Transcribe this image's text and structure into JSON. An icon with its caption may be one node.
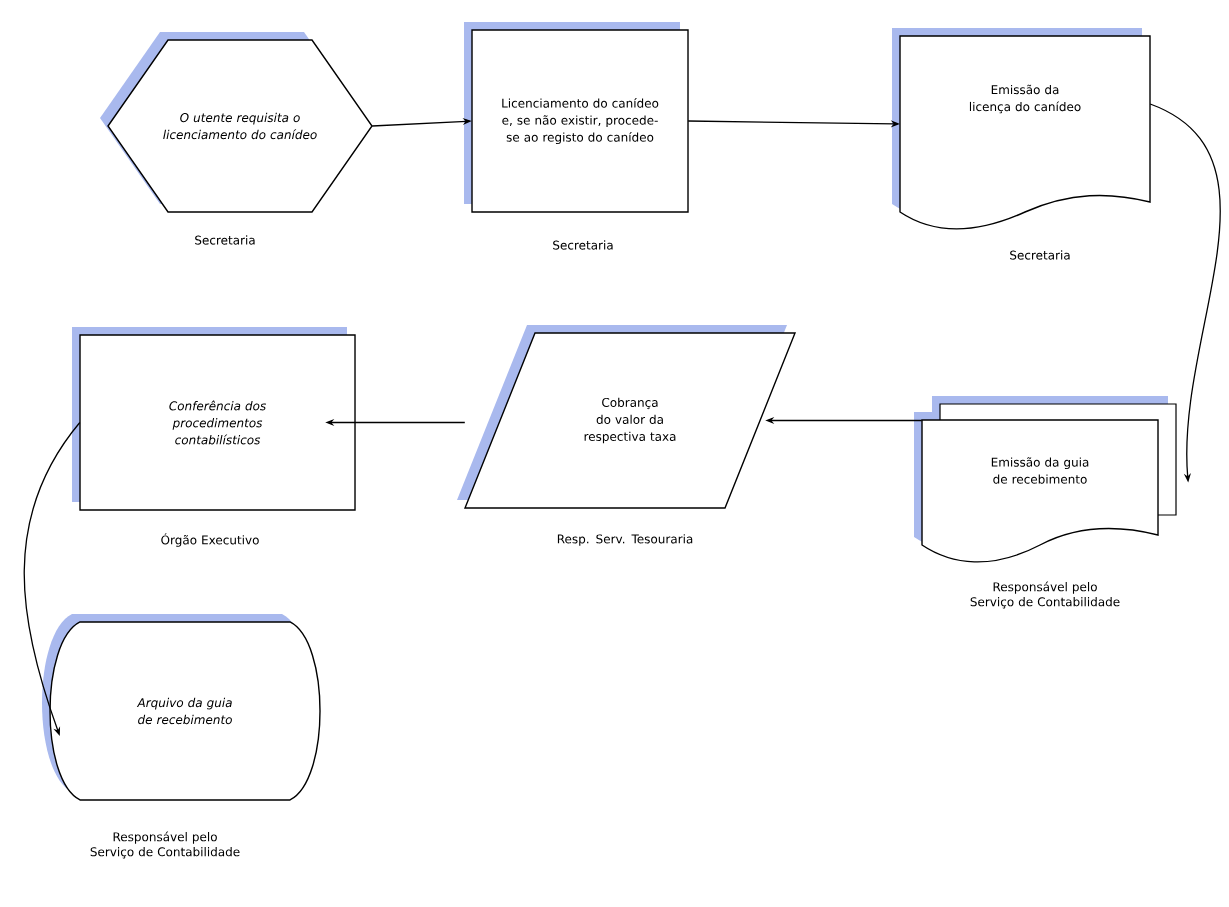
{
  "diagram": {
    "nodes": [
      {
        "text": [
          "O utente requisita o licenciamento do canídeo"
        ],
        "beside": [
          "Secretaria"
        ]
      },
      {
        "text": [
          "Licenciamento do canídeo e, se não existir, procede-se ao registo do canídeo"
        ],
        "beside": [
          "Secretaria"
        ]
      },
      {
        "text": [
          "Emissão da licença do canídeo"
        ],
        "beside": [
          "Secretaria"
        ]
      },
      {
        "text": [
          "Emissão da guia de recebimento"
        ],
        "beside": [
          "Responsável pelo Serviço de Contabilidade"
        ]
      },
      {
        "text": [
          "Cobrança do valor da respectiva taxa"
        ],
        "beside": [
          "Resp. Serv. Tesouraria"
        ]
      },
      {
        "text": [
          "Conferência dos procedimentos contabilísticos"
        ],
        "beside": [
          "Órgão Executivo"
        ]
      },
      {
        "text": [
          "Arquivo da guia de recebimento"
        ],
        "beside": [
          "Responsável pelo Serviço de Contabilidade"
        ]
      }
    ],
    "edges": [
      {
        "from": 0,
        "to": 1,
        "arrow": "to"
      },
      {
        "from": 1,
        "to": 2,
        "arrow": "to"
      },
      {
        "from": 2,
        "to": 3,
        "arrow": "to"
      },
      {
        "from": 3,
        "to": 4,
        "arrow": "to"
      },
      {
        "from": 4,
        "to": 5,
        "arrow": "to"
      },
      {
        "from": 5,
        "to": 6,
        "arrow": "to"
      }
    ]
  }
}
